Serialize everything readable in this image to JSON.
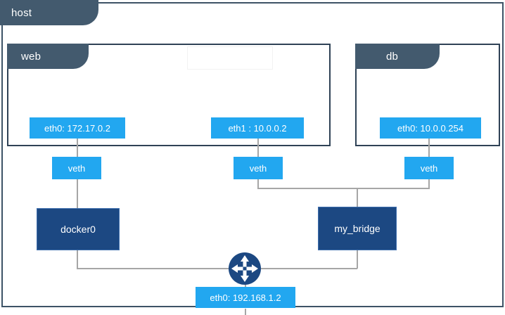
{
  "diagram": {
    "title": "host",
    "host": {
      "label": "host"
    },
    "containers": [
      {
        "id": "web",
        "label": "web"
      },
      {
        "id": "db",
        "label": "db"
      }
    ],
    "interfaces": [
      {
        "id": "eth0-web",
        "label": "eth0: 172.17.0.2"
      },
      {
        "id": "eth1-web",
        "label": "eth1 : 10.0.0.2"
      },
      {
        "id": "eth0-db",
        "label": "eth0: 10.0.0.254"
      },
      {
        "id": "eth0-host",
        "label": "eth0: 192.168.1.2"
      }
    ],
    "veths": [
      {
        "id": "veth-1",
        "label": "veth"
      },
      {
        "id": "veth-2",
        "label": "veth"
      },
      {
        "id": "veth-3",
        "label": "veth"
      }
    ],
    "bridges": [
      {
        "id": "docker0",
        "label": "docker0"
      },
      {
        "id": "my_bridge",
        "label": "my_bridge"
      }
    ],
    "router": {
      "icon": "router-icon",
      "label": ""
    },
    "colors": {
      "header_tab": "#435a6e",
      "container_border": "#2f4256",
      "interface_node": "#22a7f0",
      "bridge_node": "#1c4882",
      "bridge_border": "#3f6fae",
      "connector_line": "#a6a6a6",
      "router_fill": "#1c4882",
      "canvas_background": "#ffffff"
    }
  }
}
